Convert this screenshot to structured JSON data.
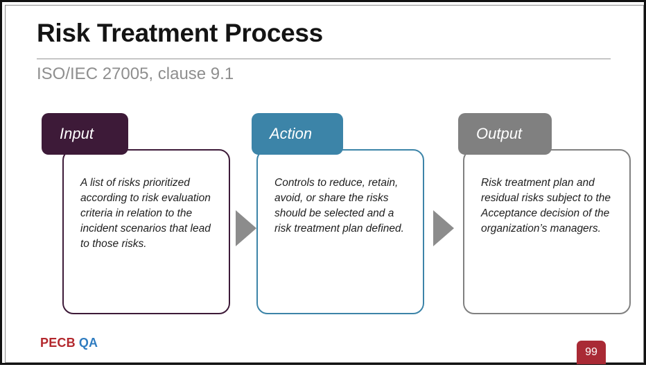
{
  "slide": {
    "title": "Risk Treatment Process",
    "subtitle": "ISO/IEC 27005, clause 9.1"
  },
  "colors": {
    "input": "#3D1A38",
    "action": "#3C84A8",
    "output": "#808080",
    "arrow": "#8C8C8C",
    "badge": "#A92A35",
    "brand_pecb": "#B3282D",
    "brand_qa": "#2F7CC0",
    "subtitle": "#8E8E8E"
  },
  "flow": {
    "stages": [
      {
        "id": "input",
        "tab_label": "Input",
        "body_text": "A list of risks prioritized according to risk evaluation criteria in relation to the incident scenarios that lead to those risks.",
        "color": "#3D1A38"
      },
      {
        "id": "action",
        "tab_label": "Action",
        "body_text": "Controls to reduce, retain, avoid, or share the risks should be selected and a risk treatment plan defined.",
        "color": "#3C84A8"
      },
      {
        "id": "output",
        "tab_label": "Output",
        "body_text": "Risk treatment plan and residual risks subject to the Acceptance decision of the organization’s managers.",
        "color": "#808080"
      }
    ],
    "connectors": [
      {
        "id": "arrow-input-to-action",
        "icon": "triangle-right-icon"
      },
      {
        "id": "arrow-action-to-output",
        "icon": "triangle-right-icon"
      }
    ]
  },
  "footer": {
    "brand_primary": "PECB",
    "brand_secondary": "QA",
    "page_number": "99"
  }
}
